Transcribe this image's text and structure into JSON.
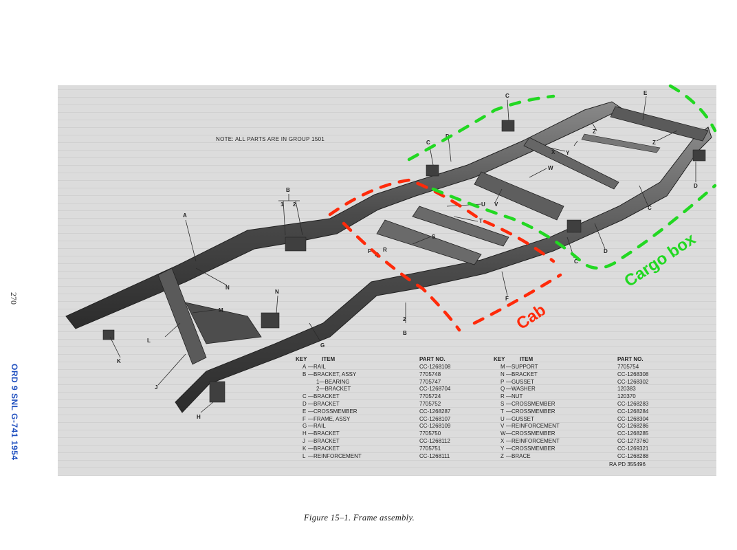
{
  "page": {
    "side_page_number": "270",
    "side_title": "ORD 9 SNL G-741 1954",
    "note": "NOTE: ALL PARTS ARE IN GROUP 1501",
    "caption": "Figure 15–1. Frame assembly.",
    "drawing_ref": "RA PD 355496"
  },
  "overlay": {
    "cab_label": "Cab",
    "cargo_label": "Cargo box",
    "cab_color": "#ff2a0a",
    "cargo_color": "#22d822"
  },
  "callouts": [
    "A",
    "B",
    "1",
    "2",
    "C",
    "C",
    "C",
    "C",
    "D",
    "D",
    "D",
    "E",
    "F",
    "G",
    "H",
    "J",
    "K",
    "L",
    "M",
    "N",
    "N",
    "P",
    "Q",
    "R",
    "S",
    "T",
    "U",
    "V",
    "W",
    "X",
    "Y",
    "Z",
    "Z",
    "2",
    "B"
  ],
  "key_table": {
    "headers": {
      "key": "KEY",
      "item": "ITEM",
      "part_no": "PART NO."
    },
    "left": [
      {
        "key": "A",
        "item": "—RAIL",
        "part": "CC-1268108"
      },
      {
        "key": "B",
        "item": "—BRACKET, ASSY",
        "part": "7705748"
      },
      {
        "key": "",
        "item": "1—BEARING",
        "part": "7705747"
      },
      {
        "key": "",
        "item": "2—BRACKET",
        "part": "CC-1268704"
      },
      {
        "key": "C",
        "item": "—BRACKET",
        "part": "7705724"
      },
      {
        "key": "D",
        "item": "—BRACKET",
        "part": "7705752"
      },
      {
        "key": "E",
        "item": "—CROSSMEMBER",
        "part": "CC-1268287"
      },
      {
        "key": "F",
        "item": "—FRAME, ASSY",
        "part": "CC-1268107"
      },
      {
        "key": "G",
        "item": "—RAIL",
        "part": "CC-1268109"
      },
      {
        "key": "H",
        "item": "—BRACKET",
        "part": "7705750"
      },
      {
        "key": "J",
        "item": "—BRACKET",
        "part": "CC-1268112"
      },
      {
        "key": "K",
        "item": "—BRACKET",
        "part": "7705751"
      },
      {
        "key": "L",
        "item": "—REINFORCEMENT",
        "part": "CC-1268111"
      }
    ],
    "right": [
      {
        "key": "M",
        "item": "—SUPPORT",
        "part": "7705754"
      },
      {
        "key": "N",
        "item": "—BRACKET",
        "part": "CC-1268308"
      },
      {
        "key": "P",
        "item": "—GUSSET",
        "part": "CC-1268302"
      },
      {
        "key": "Q",
        "item": "—WASHER",
        "part": "120383"
      },
      {
        "key": "R",
        "item": "—NUT",
        "part": "120370"
      },
      {
        "key": "S",
        "item": "—CROSSMEMBER",
        "part": "CC-1268283"
      },
      {
        "key": "T",
        "item": "—CROSSMEMBER",
        "part": "CC-1268284"
      },
      {
        "key": "U",
        "item": "—GUSSET",
        "part": "CC-1268304"
      },
      {
        "key": "V",
        "item": "—REINFORCEMENT",
        "part": "CC-1268286"
      },
      {
        "key": "W",
        "item": "—CROSSMEMBER",
        "part": "CC-1268285"
      },
      {
        "key": "X",
        "item": "—REINFORCEMENT",
        "part": "CC-1273760"
      },
      {
        "key": "Y",
        "item": "—CROSSMEMBER",
        "part": "CC-1269321"
      },
      {
        "key": "Z",
        "item": "—BRACE",
        "part": "CC-1268288"
      }
    ]
  }
}
